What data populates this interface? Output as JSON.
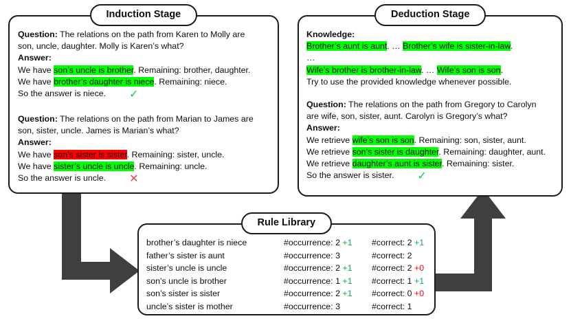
{
  "induction": {
    "title": "Induction Stage",
    "examples": [
      {
        "question_label": "Question:",
        "question_line1": " The relations on the path from Karen to Molly are",
        "question_line2": "son, uncle, daughter. Molly is Karen’s what?",
        "answer_label": "Answer:",
        "steps": [
          {
            "prefix": "We have ",
            "rule": "son’s uncle is brother",
            "rule_color": "green",
            "suffix": ". Remaining: brother, daughter."
          },
          {
            "prefix": "We have ",
            "rule": "brother’s daughter is niece",
            "rule_color": "green",
            "suffix": ". Remaining: niece."
          }
        ],
        "conclusion": "So the answer is niece.",
        "verdict": "correct",
        "verdict_glyph": "✓"
      },
      {
        "question_label": "Question:",
        "question_line1": " The relations on the path from Marian to James are",
        "question_line2": "son, sister, uncle. James is Marian’s what?",
        "answer_label": "Answer:",
        "steps": [
          {
            "prefix": "We have ",
            "rule": "son’s sister is sister",
            "rule_color": "red",
            "suffix": ". Remaining: sister, uncle."
          },
          {
            "prefix": "We have ",
            "rule": "sister’s uncle is uncle",
            "rule_color": "green",
            "suffix": ". Remaining: uncle."
          }
        ],
        "conclusion": "So the answer is uncle.",
        "verdict": "incorrect",
        "verdict_glyph": "✕"
      }
    ]
  },
  "deduction": {
    "title": "Deduction Stage",
    "knowledge": {
      "label": "Knowledge:",
      "line1_a": "Brother’s aunt is aunt",
      "line1_sep": ". … ",
      "line1_b": "Brother’s wife is sister-in-law",
      "line1_end": ".",
      "line2": "…",
      "line3_a": "Wife’s brother is brother-in-law",
      "line3_sep": ". … ",
      "line3_b": "Wife’s son is son",
      "line3_end": ".",
      "note": "Try to use the provided knowledge whenever possible."
    },
    "example": {
      "question_label": "Question:",
      "question_line1": " The relations on the path from Gregory to Carolyn",
      "question_line2": "are wife, son, sister, aunt. Carolyn is Gregory’s what?",
      "answer_label": "Answer:",
      "steps": [
        {
          "prefix": "We retrieve ",
          "rule": "wife’s son is son",
          "rule_color": "green",
          "suffix": ". Remaining: son, sister, aunt."
        },
        {
          "prefix": "We retrieve ",
          "rule": "son’s sister is daughter",
          "rule_color": "green",
          "suffix": ". Remaining: daughter, aunt."
        },
        {
          "prefix": "We retrieve ",
          "rule": "daughter’s aunt is sister",
          "rule_color": "green",
          "suffix": ". Remaining: sister."
        }
      ],
      "conclusion": "So the answer is sister.",
      "verdict": "correct",
      "verdict_glyph": "✓"
    }
  },
  "rule_library": {
    "title": "Rule Library",
    "occurrence_label": "#occurrence:",
    "correct_label": "#correct:",
    "rows": [
      {
        "rule": "brother’s daughter is niece",
        "occurrence": "2",
        "occurrence_delta": "+1",
        "occurrence_delta_color": "green",
        "correct": "2",
        "correct_delta": "+1",
        "correct_delta_color": "green"
      },
      {
        "rule": "father’s sister is aunt",
        "occurrence": "3",
        "occurrence_delta": "",
        "occurrence_delta_color": "",
        "correct": "2",
        "correct_delta": "",
        "correct_delta_color": ""
      },
      {
        "rule": "sister’s uncle is uncle",
        "occurrence": "2",
        "occurrence_delta": "+1",
        "occurrence_delta_color": "green",
        "correct": "2",
        "correct_delta": "+0",
        "correct_delta_color": "red"
      },
      {
        "rule": "son’s uncle is brother",
        "occurrence": "1",
        "occurrence_delta": "+1",
        "occurrence_delta_color": "green",
        "correct": "1",
        "correct_delta": "+1",
        "correct_delta_color": "green"
      },
      {
        "rule": "son’s sister is sister",
        "occurrence": "2",
        "occurrence_delta": "+1",
        "occurrence_delta_color": "green",
        "correct": "0",
        "correct_delta": "+0",
        "correct_delta_color": "red"
      },
      {
        "rule": "uncle’s sister is mother",
        "occurrence": "3",
        "occurrence_delta": "",
        "occurrence_delta_color": "",
        "correct": "1",
        "correct_delta": "",
        "correct_delta_color": ""
      }
    ]
  },
  "arrows": {
    "induction_to_library": "elbow-down-right",
    "library_to_deduction": "elbow-right-up",
    "color": "#3f3f3f"
  },
  "colors": {
    "highlight_green": "#00ff00",
    "highlight_red": "#ff0000",
    "delta_positive": "#00b050",
    "delta_negative": "#ff0000",
    "check": "#00d24a",
    "cross": "#e8445f",
    "outline": "#1a1a1a"
  }
}
